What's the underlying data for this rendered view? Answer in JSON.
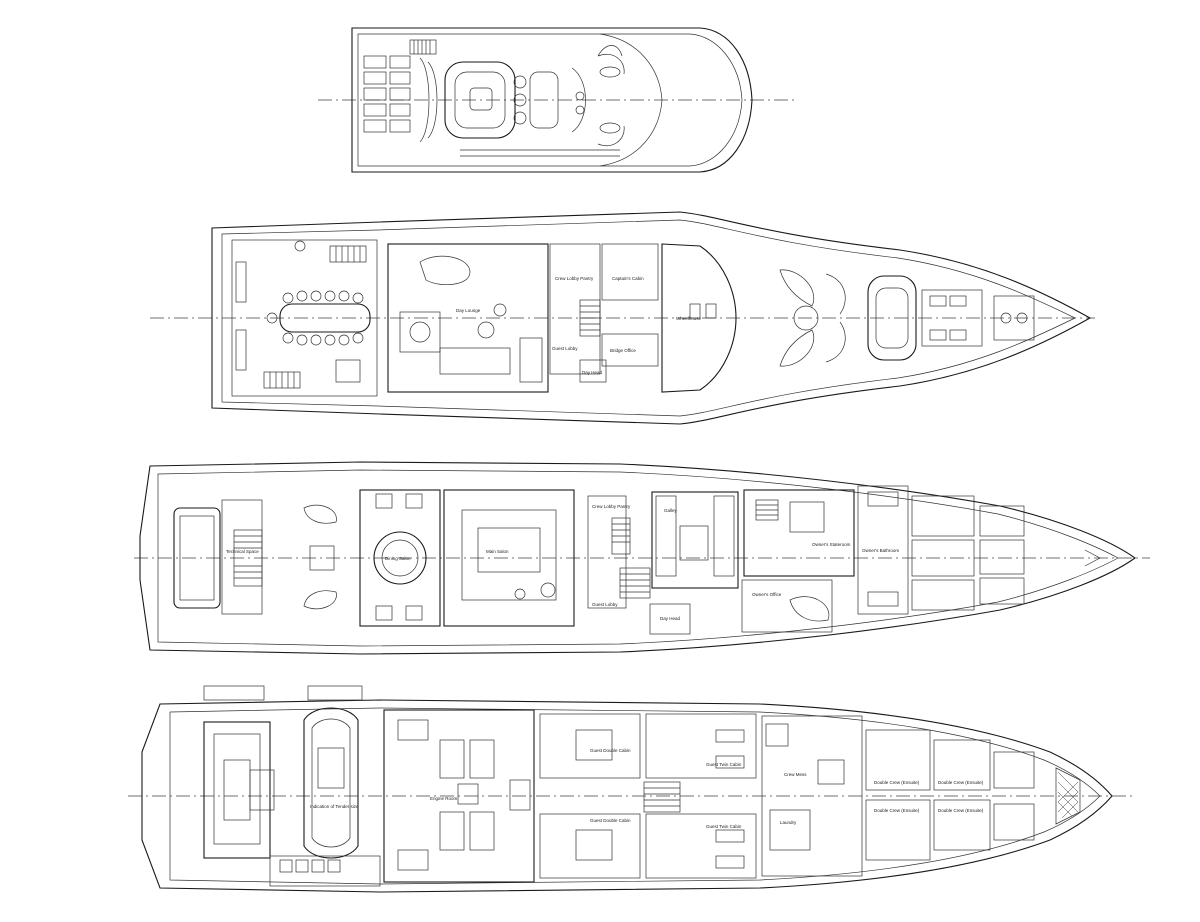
{
  "decks": [
    {
      "id": "sun-deck",
      "labels": []
    },
    {
      "id": "bridge-deck",
      "labels": [
        "Day Lounge",
        "Crew Lobby Pantry",
        "Captain's Cabin",
        "Guest Lobby",
        "Bridge Office",
        "Day Head",
        "Wheelhouse"
      ]
    },
    {
      "id": "main-deck",
      "labels": [
        "Main Salon",
        "Dining Salon",
        "Galley",
        "Owner's Office",
        "Owner's Stateroom",
        "Owner's Bathroom",
        "Guest Lobby",
        "Crew Lobby Pantry",
        "Day Head",
        "Technical Space"
      ]
    },
    {
      "id": "lower-deck",
      "labels": [
        "Guest Double Cabin",
        "Guest Twin Cabin",
        "Guest Double Cabin",
        "Guest Twin Cabin",
        "Crew Mess",
        "Laundry",
        "Double Crew (Ensuite)",
        "Double Crew (Ensuite)",
        "Double Crew (Ensuite)",
        "Double Crew (Ensuite)",
        "Indication of Tender size",
        "Engine Room"
      ]
    }
  ]
}
